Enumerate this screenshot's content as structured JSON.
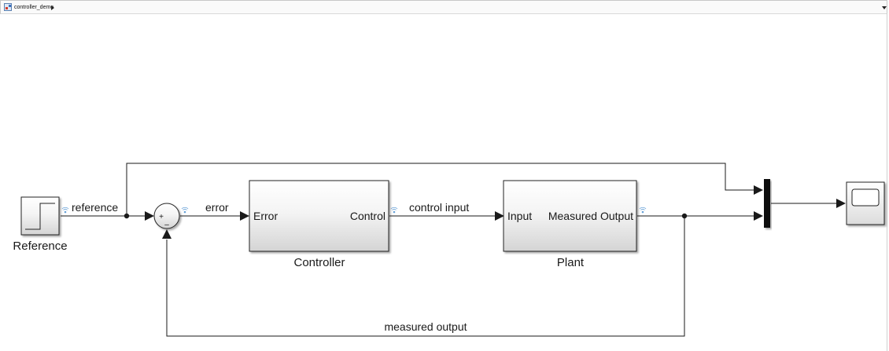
{
  "breadcrumb": {
    "model_name": "controller_demo",
    "icon": "simulink-model-icon",
    "chevron": "chevron-right-icon",
    "menu": "dropdown-arrow-icon"
  },
  "diagram": {
    "blocks": {
      "reference": {
        "name": "Reference",
        "icon": "step-signal-icon"
      },
      "sum": {
        "plus_sign": "+",
        "minus_sign": "–"
      },
      "controller": {
        "name": "Controller",
        "input_port": "Error",
        "output_port": "Control"
      },
      "plant": {
        "name": "Plant",
        "input_port": "Input",
        "output_port": "Measured Output"
      },
      "scope": {
        "icon": "scope-display-icon"
      },
      "mux": {
        "icon": "mux-bar-icon"
      }
    },
    "signals": {
      "reference": "reference",
      "error": "error",
      "control_input": "control input",
      "measured_output": "measured output"
    },
    "colors": {
      "line": "#1a1a1a",
      "block_border": "#222222",
      "block_fill_top": "#ffffff",
      "block_fill_bottom": "#d6d6d6",
      "logging_icon": "#6aa3d8"
    }
  }
}
